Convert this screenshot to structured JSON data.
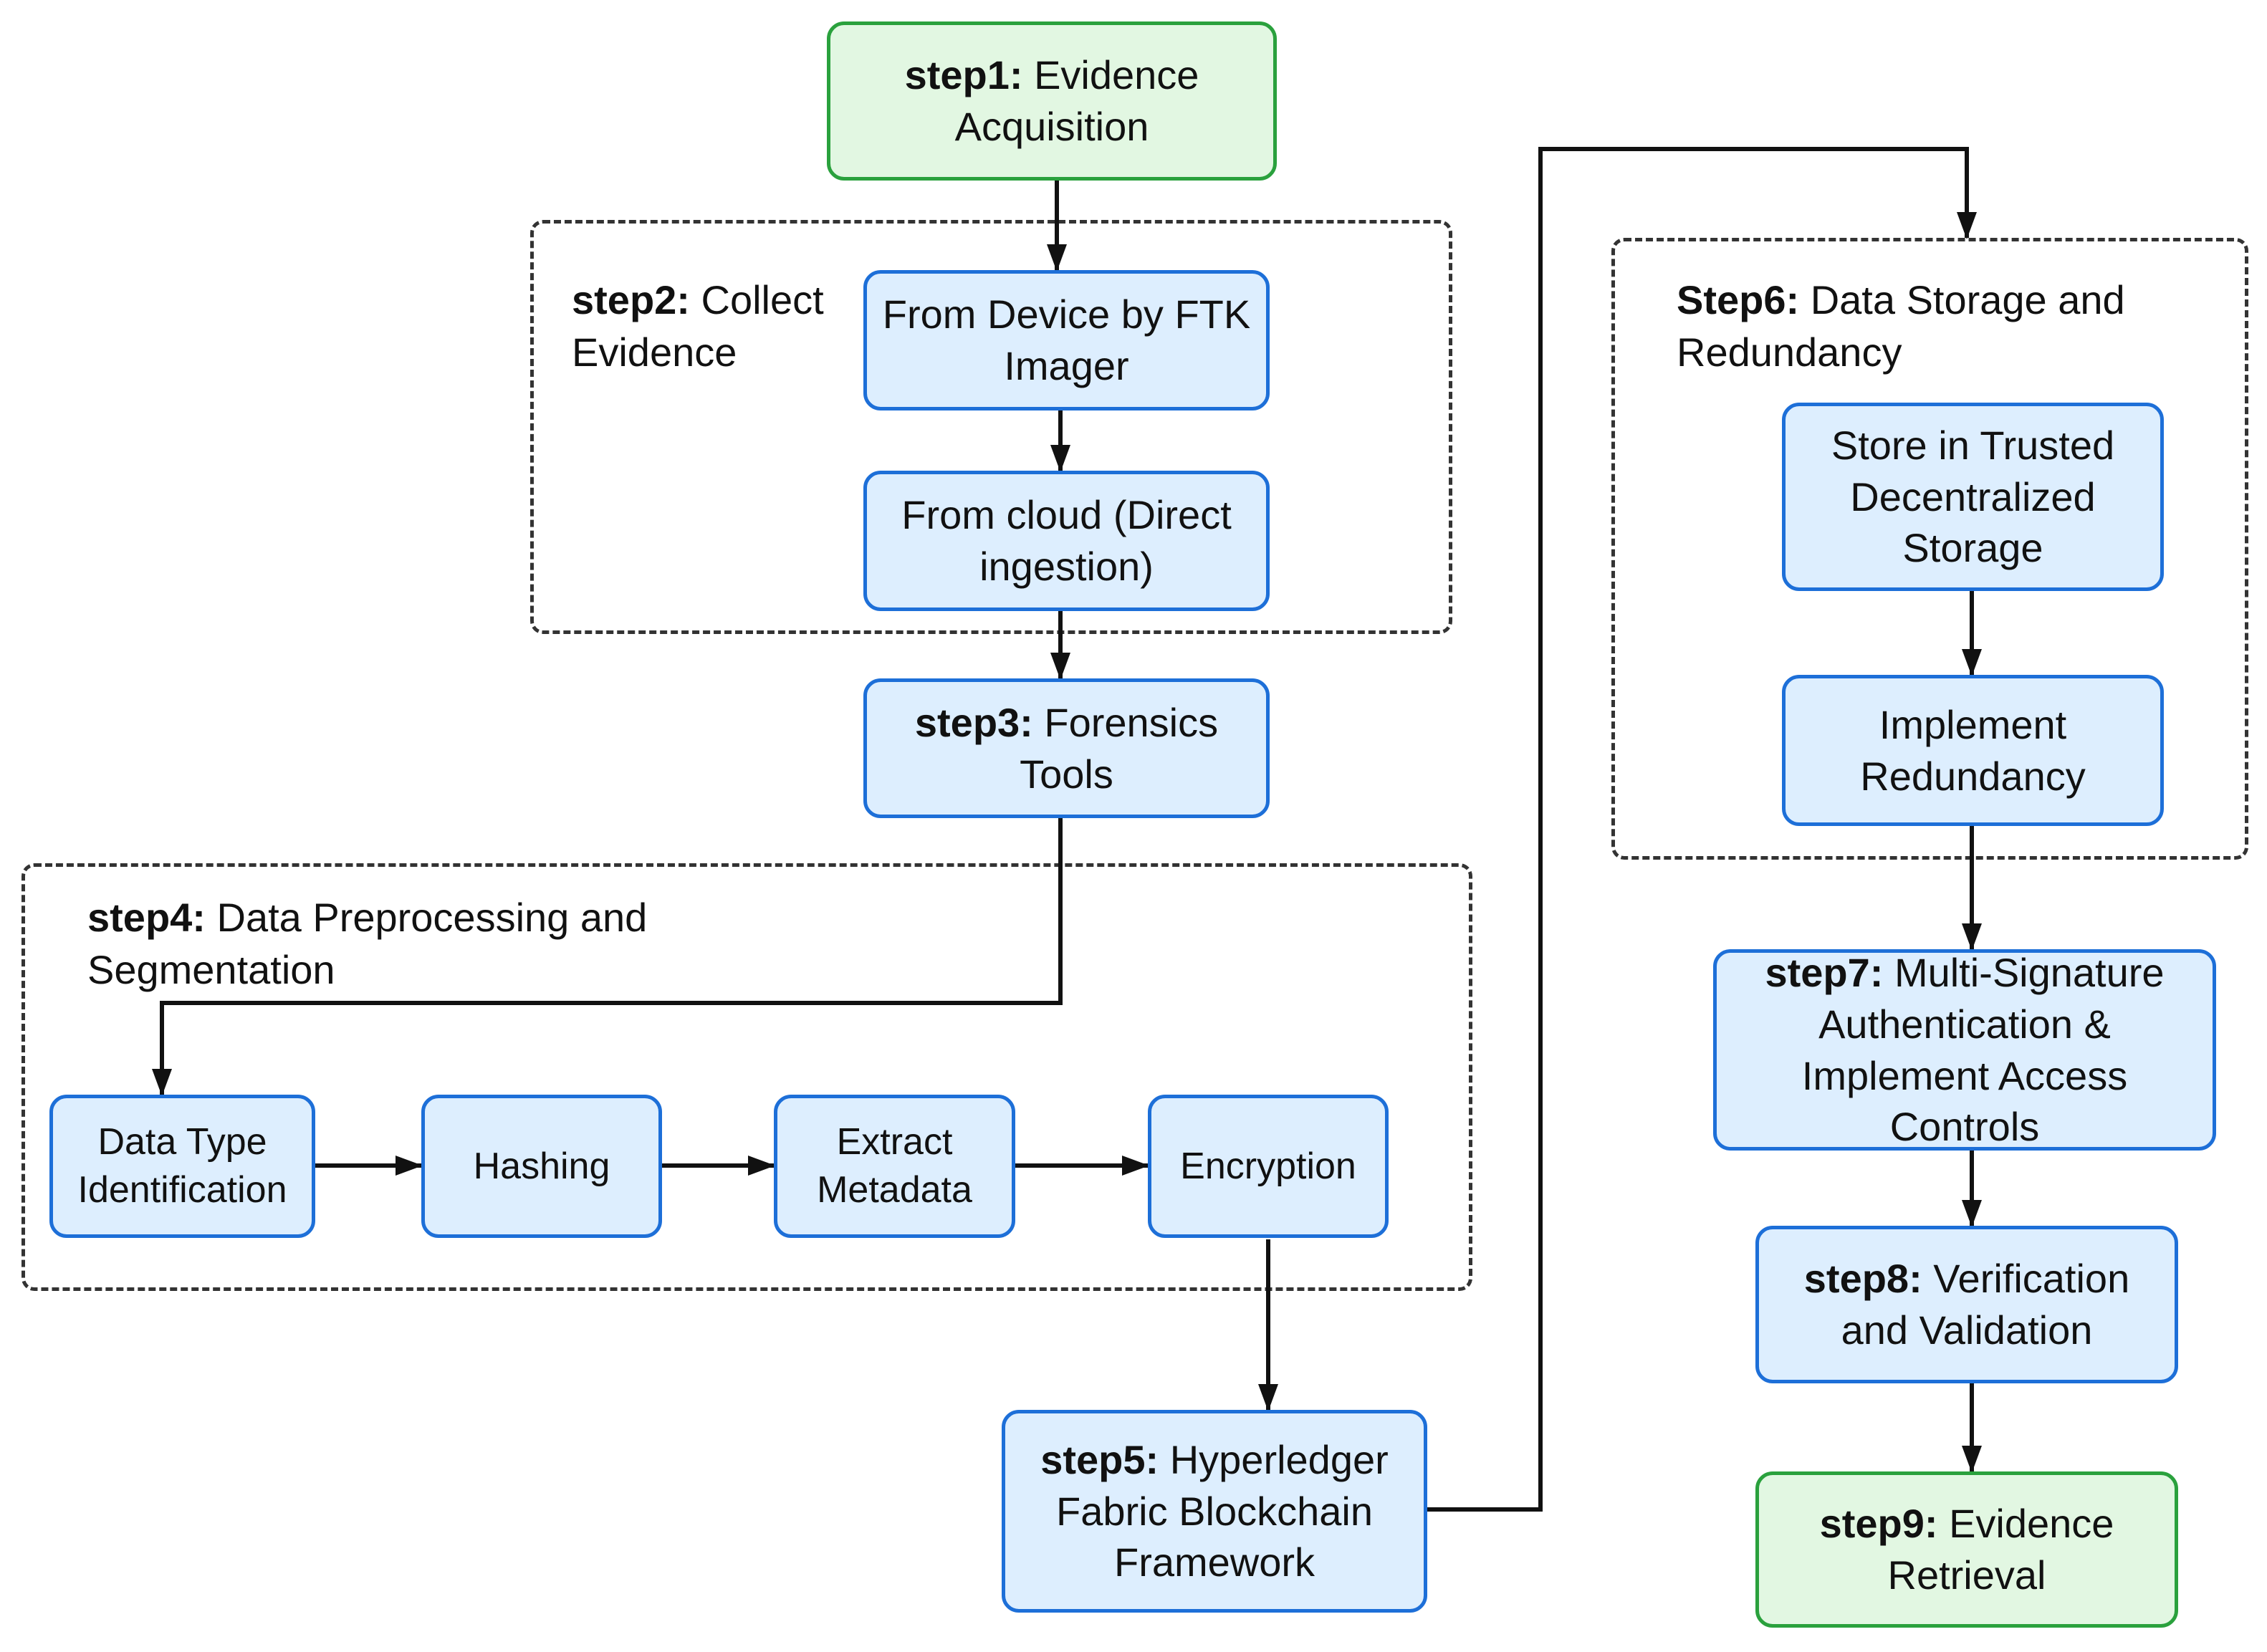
{
  "nodes": {
    "step1": {
      "step": "step1:",
      "text": "Evidence Acquisition"
    },
    "device": {
      "text": "From Device by FTK Imager"
    },
    "cloud": {
      "text": "From cloud (Direct ingestion)"
    },
    "step3": {
      "step": "step3:",
      "text": "Forensics Tools"
    },
    "datatype": {
      "text": "Data Type Identification"
    },
    "hashing": {
      "text": "Hashing"
    },
    "metadata": {
      "text": "Extract Metadata"
    },
    "encryption": {
      "text": "Encryption"
    },
    "step5": {
      "step": "step5:",
      "text": "Hyperledger Fabric Blockchain Framework"
    },
    "store": {
      "text": "Store in Trusted Decentralized Storage"
    },
    "redundancy": {
      "text": "Implement Redundancy"
    },
    "step7": {
      "step": "step7:",
      "text": "Multi-Signature Authentication & Implement Access Controls"
    },
    "step8": {
      "step": "step8:",
      "text": "Verification and Validation"
    },
    "step9": {
      "step": "step9:",
      "text": "Evidence Retrieval"
    }
  },
  "groups": {
    "step2": {
      "step": "step2:",
      "text": "Collect Evidence"
    },
    "step4": {
      "step": "step4:",
      "text": "Data Preprocessing and Segmentation"
    },
    "step6": {
      "step": "Step6:",
      "text": "Data Storage and Redundancy"
    }
  },
  "colors": {
    "node_fill": "#ddeefe",
    "node_border": "#1d6fd8",
    "terminal_fill": "#e2f7e2",
    "terminal_border": "#2aa13d",
    "arrow": "#111111"
  }
}
